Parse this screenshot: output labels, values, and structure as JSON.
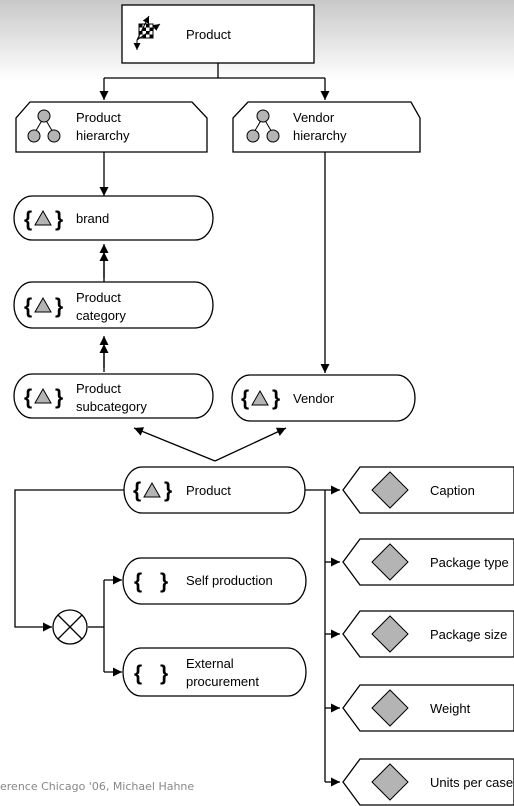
{
  "nodes": {
    "product_top": {
      "label": "Product",
      "icon": "cube-axes-icon"
    },
    "product_hierarchy": {
      "line1": "Product",
      "line2": "hierarchy",
      "icon": "hierarchy-icon"
    },
    "vendor_hierarchy": {
      "line1": "Vendor",
      "line2": "hierarchy",
      "icon": "hierarchy-icon"
    },
    "brand": {
      "label": "brand",
      "icon": "level-icon"
    },
    "product_category": {
      "line1": "Product",
      "line2": "category",
      "icon": "level-icon"
    },
    "product_subcategory": {
      "line1": "Product",
      "line2": "subcategory",
      "icon": "level-icon"
    },
    "vendor": {
      "label": "Vendor",
      "icon": "level-icon"
    },
    "product_level": {
      "label": "Product",
      "icon": "level-icon"
    },
    "self_production": {
      "label": "Self production",
      "icon": "brace-icon"
    },
    "external_procurement": {
      "line1": "External",
      "line2": "procurement",
      "icon": "brace-icon"
    },
    "exclusive_or": {
      "icon": "exclusive-or-icon"
    }
  },
  "attributes": [
    {
      "label": "Caption",
      "icon": "attribute-diamond-icon"
    },
    {
      "label": "Package type",
      "icon": "attribute-diamond-icon"
    },
    {
      "label": "Package size",
      "icon": "attribute-diamond-icon"
    },
    {
      "label": "Weight",
      "icon": "attribute-diamond-icon"
    },
    {
      "label": "Units per case",
      "icon": "attribute-diamond-icon"
    }
  ],
  "footer": {
    "text": "erence Chicago '06,   Michael Hahne"
  },
  "colors": {
    "header_gradient": "#c8c8c8",
    "icon_fill": "#b4b4b4",
    "line": "#000000",
    "footer": "#888888"
  }
}
